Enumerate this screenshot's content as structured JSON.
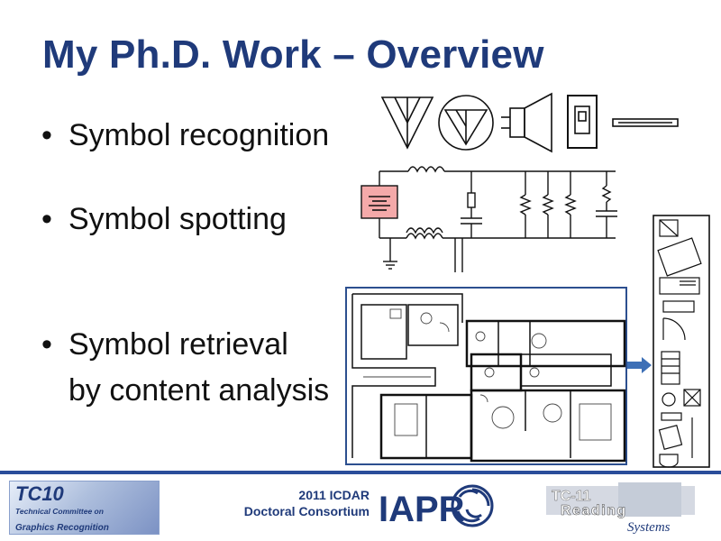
{
  "slide": {
    "title": "My Ph.D. Work – Overview",
    "bullets": [
      {
        "marker": "•",
        "text": "Symbol recognition"
      },
      {
        "marker": "•",
        "text": "Symbol spotting"
      },
      {
        "marker": "•",
        "text": "Symbol retrieval"
      }
    ],
    "bullet3_continuation": "by content analysis"
  },
  "footer": {
    "tc10": {
      "big": "TC10",
      "line1": "Technical Committee on",
      "line2": "Graphics Recognition"
    },
    "conference": {
      "line1": "2011 ICDAR",
      "line2": "Doctoral Consortium"
    },
    "iapr": "IAPR",
    "tc11": {
      "code": "TC-11",
      "word": "Reading",
      "tagline": "Systems"
    }
  },
  "colors": {
    "title": "#1f3a7a",
    "footer_rule": "#2a4d9a",
    "highlight": "#f4a9a9",
    "arrow": "#3d6fb6"
  }
}
